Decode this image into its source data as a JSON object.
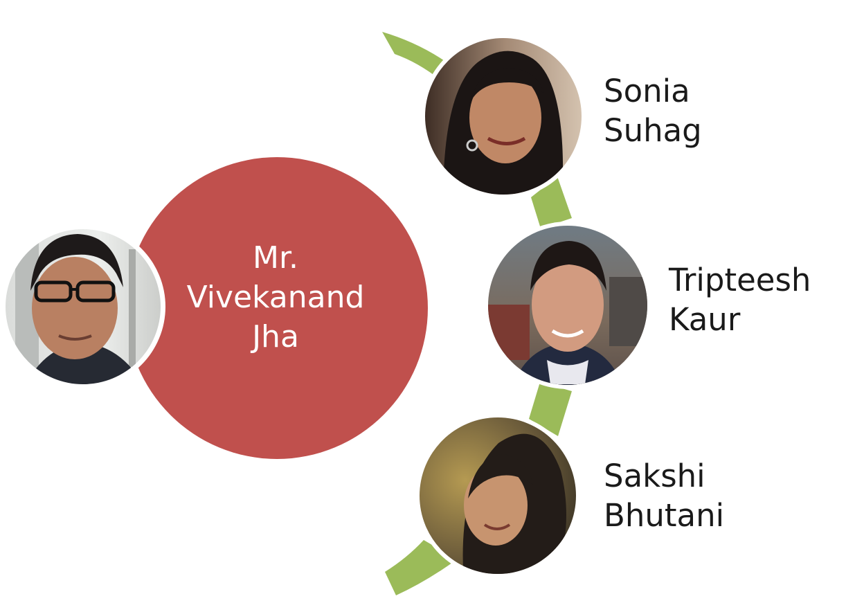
{
  "leader": {
    "name_lines": [
      "Mr.",
      "Vivekanand",
      "Jha"
    ],
    "photo_icon": "person-photo"
  },
  "members": [
    {
      "name_lines": [
        "Sonia",
        "Suhag"
      ],
      "photo_icon": "person-photo"
    },
    {
      "name_lines": [
        "Tripteesh",
        "Kaur"
      ],
      "photo_icon": "person-photo"
    },
    {
      "name_lines": [
        "Sakshi",
        "Bhutani"
      ],
      "photo_icon": "person-photo"
    }
  ],
  "colors": {
    "leader_circle": "#C0504D",
    "connector_arc": "#9BBB59",
    "photo_border": "#ffffff",
    "text_dark": "#1a1a1a",
    "text_light": "#ffffff"
  }
}
